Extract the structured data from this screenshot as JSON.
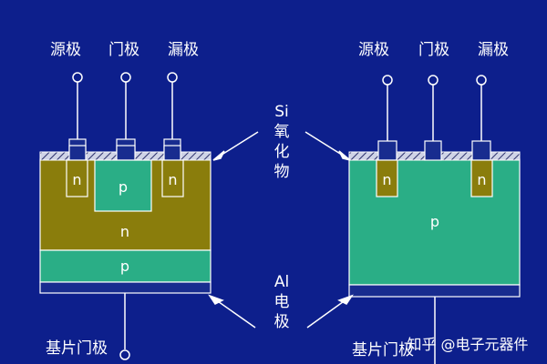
{
  "left": {
    "terminals": {
      "source": "源极",
      "gate": "门极",
      "drain": "漏极"
    },
    "regions": {
      "n_source": "n",
      "p_well": "p",
      "n_drain": "n",
      "n_layer": "n",
      "p_layer": "p"
    },
    "substrate_gate": "基片门极"
  },
  "right": {
    "terminals": {
      "source": "源极",
      "gate": "门极",
      "drain": "漏极"
    },
    "regions": {
      "n_source": "n",
      "n_drain": "n",
      "p_body": "p"
    },
    "substrate_gate": "基片门极"
  },
  "center_labels": {
    "si": "Si",
    "oxide_1": "氧",
    "oxide_2": "化",
    "oxide_3": "物",
    "al": "Al",
    "electrode_1": "电",
    "electrode_2": "极"
  },
  "watermark": "知乎 @电子元器件",
  "colors": {
    "background": "#0d1f8c",
    "olive": "#8a7d0c",
    "green": "#2aae86",
    "metal": "#182c8f",
    "outline": "#f2f2ff",
    "text": "#ffffff"
  }
}
